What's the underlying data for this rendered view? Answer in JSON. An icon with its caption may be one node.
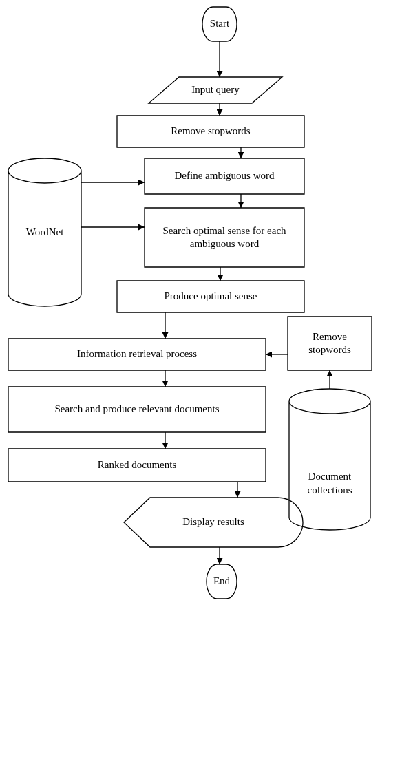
{
  "diagram": {
    "nodes": [
      {
        "text": [
          "Start"
        ]
      },
      {
        "text": [
          "Input query"
        ]
      },
      {
        "text": [
          "Remove stopwords"
        ]
      },
      {
        "text": [
          "WordNet"
        ]
      },
      {
        "text": [
          "Define ambiguous word"
        ]
      },
      {
        "text": [
          "Search optimal sense for each ambiguous word"
        ]
      },
      {
        "text": [
          "Produce optimal sense"
        ]
      },
      {
        "text": [
          "Remove stopwords"
        ]
      },
      {
        "text": [
          "Information retrieval process"
        ]
      },
      {
        "text": [
          "Search and produce relevant documents"
        ]
      },
      {
        "text": [
          "Document collections"
        ]
      },
      {
        "text": [
          "Ranked documents"
        ]
      },
      {
        "text": [
          "Display results"
        ]
      },
      {
        "text": [
          "End"
        ]
      }
    ],
    "edges": [
      {
        "from": 0,
        "to": 1,
        "arrow": "to"
      },
      {
        "from": 1,
        "to": 2,
        "arrow": "to"
      },
      {
        "from": 2,
        "to": 4,
        "arrow": "to"
      },
      {
        "from": 3,
        "to": 4,
        "arrow": "to"
      },
      {
        "from": 4,
        "to": 5,
        "arrow": "to"
      },
      {
        "from": 3,
        "to": 5,
        "arrow": "to"
      },
      {
        "from": 5,
        "to": 6,
        "arrow": "to"
      },
      {
        "from": 6,
        "to": 8,
        "arrow": "to"
      },
      {
        "from": 7,
        "to": 8,
        "arrow": "to"
      },
      {
        "from": 10,
        "to": 7,
        "arrow": "to"
      },
      {
        "from": 8,
        "to": 9,
        "arrow": "to"
      },
      {
        "from": 9,
        "to": 11,
        "arrow": "to"
      },
      {
        "from": 11,
        "to": 12,
        "arrow": "to"
      },
      {
        "from": 12,
        "to": 13,
        "arrow": "to"
      }
    ]
  }
}
